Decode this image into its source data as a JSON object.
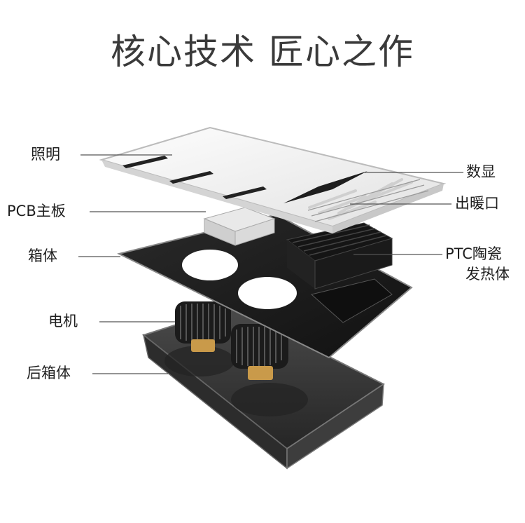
{
  "title": "核心技术 匠心之作",
  "labels_left": {
    "lighting": "照明",
    "pcb": "PCB主板",
    "box": "箱体",
    "motor": "电机",
    "rear_box": "后箱体"
  },
  "labels_right": {
    "display": "数显",
    "outlet": "出暖口",
    "ptc_line1": "PTC陶瓷",
    "ptc_line2": "发热体"
  },
  "colors": {
    "panel": "#f3f3f3",
    "frame": "#1c1c1c",
    "rear_box": "#3a3a3a",
    "accent_gold": "#c99a4a"
  }
}
